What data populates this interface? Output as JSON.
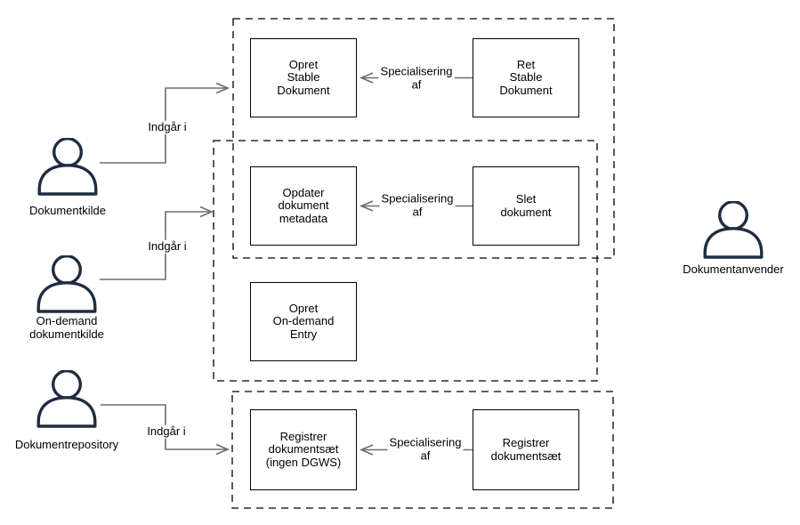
{
  "diagram_type": "use-case-diagram",
  "actors": [
    {
      "id": "dokumentkilde",
      "label": "Dokumentkilde"
    },
    {
      "id": "on-demand-dokumentkilde",
      "label": "On-demand\ndokumentkilde"
    },
    {
      "id": "dokumentrepository",
      "label": "Dokumentrepository"
    },
    {
      "id": "dokumentanvender",
      "label": "Dokumentanvender"
    }
  ],
  "use_cases": [
    {
      "id": "opret-stable-dokument",
      "label": "Opret\nStable\nDokument"
    },
    {
      "id": "ret-stable-dokument",
      "label": "Ret\nStable\nDokument"
    },
    {
      "id": "opdater-dokument-metadata",
      "label": "Opdater\ndokument\nmetadata"
    },
    {
      "id": "slet-dokument",
      "label": "Slet\ndokument"
    },
    {
      "id": "opret-on-demand-entry",
      "label": "Opret\nOn-demand\nEntry"
    },
    {
      "id": "registrer-dokumentsaet-ingen-dgws",
      "label": "Registrer\ndokumentsæt\n(ingen DGWS)"
    },
    {
      "id": "registrer-dokumentsaet",
      "label": "Registrer\ndokumentsæt"
    }
  ],
  "groups": [
    {
      "id": "group-stable-dokument",
      "contains": [
        "opret-stable-dokument",
        "ret-stable-dokument"
      ]
    },
    {
      "id": "group-metadata-ondemand",
      "contains": [
        "opdater-dokument-metadata",
        "slet-dokument",
        "opret-on-demand-entry"
      ]
    },
    {
      "id": "group-registrer",
      "contains": [
        "registrer-dokumentsaet-ingen-dgws",
        "registrer-dokumentsaet"
      ]
    }
  ],
  "relations": [
    {
      "from": "dokumentkilde",
      "to": "group-stable-dokument",
      "label": "Indgår i"
    },
    {
      "from": "on-demand-dokumentkilde",
      "to": "group-metadata-ondemand",
      "label": "Indgår i"
    },
    {
      "from": "dokumentrepository",
      "to": "group-registrer",
      "label": "Indgår i"
    },
    {
      "from": "ret-stable-dokument",
      "to": "opret-stable-dokument",
      "label": "Specialisering\naf"
    },
    {
      "from": "slet-dokument",
      "to": "opdater-dokument-metadata",
      "label": "Specialisering\naf"
    },
    {
      "from": "registrer-dokumentsaet",
      "to": "registrer-dokumentsaet-ingen-dgws",
      "label": "Specialisering\naf"
    }
  ],
  "colors": {
    "background": "#ffffff",
    "actor_stroke": "#1f2c40",
    "connector": "#6e6e6e",
    "shape_border": "#000000",
    "text": "#000000"
  }
}
